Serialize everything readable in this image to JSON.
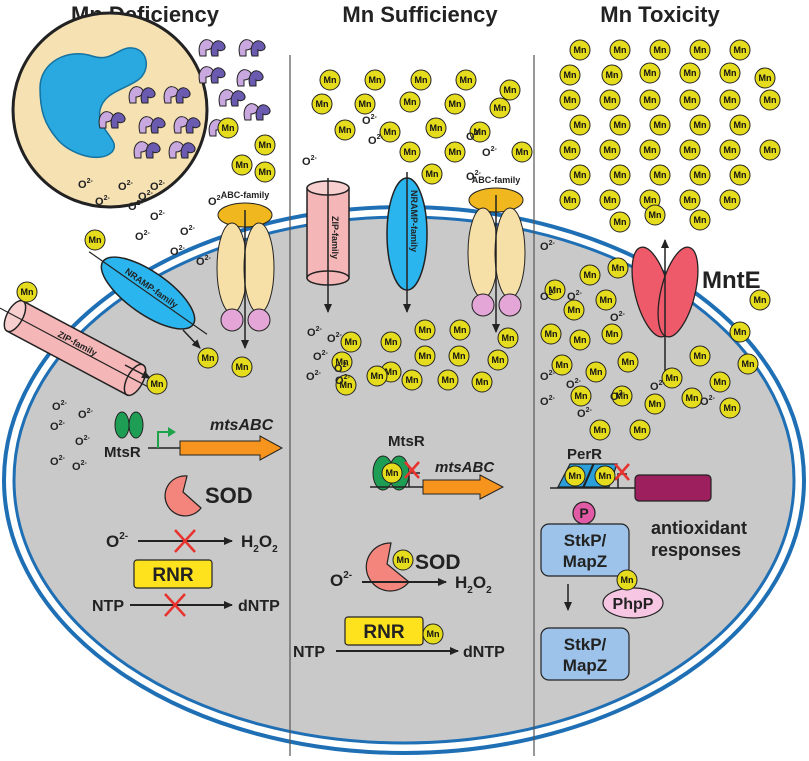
{
  "panels": {
    "deficiency": "Mn Deficiency",
    "sufficiency": "Mn Sufficiency",
    "toxicity": "Mn Toxicity"
  },
  "ion": {
    "mn": "Mn",
    "superoxide_base": "O",
    "superoxide_sup": "2-"
  },
  "transporters": {
    "zip": "ZIP-family",
    "nramp": "NRAMP-family",
    "abc": "ABC-family",
    "mnte": "MntE"
  },
  "regulators": {
    "mtsr": "MtsR",
    "mtsabc": "mtsABC",
    "perr": "PerR"
  },
  "enzymes": {
    "sod": "SOD",
    "rnr": "RNR",
    "h2o2_base": "H",
    "h2o2_sub": "2",
    "h2o2_o": "O",
    "ntp": "NTP",
    "dntp": "dNTP"
  },
  "signaling": {
    "p": "P",
    "stkp_line1": "StkP/",
    "stkp_line2": "MapZ",
    "phpp": "PhpP",
    "antioxidant_line1": "antioxidant",
    "antioxidant_line2": "responses"
  },
  "colors": {
    "cytoplasm": "#c9c9c9",
    "membrane": "#1f6fb5",
    "mn_fill": "#e6dc1e",
    "macrophage": "#f6e1b3",
    "pathogen": "#2aa8e0",
    "zip_fill": "#f4b6b6",
    "nramp_fill": "#2bb5ee",
    "abc_fill": "#f7e0a8",
    "abc_cap": "#f0b81e",
    "abc_foot": "#e4a6d6",
    "mnte_fill": "#ef5a6a",
    "mtsr_fill": "#1e9e54",
    "sod_fill": "#f4857c",
    "rnr_fill": "#ffe21e",
    "operon_fill": "#f7941d",
    "antioxidant_fill": "#9e1f5e",
    "kinase_fill": "#9dc3ea",
    "phosphatase_fill": "#f7c6e3",
    "p_fill": "#e05aa6",
    "perr_fill": "#2b9fda",
    "inhibit_x": "#e8322e",
    "promoter_arrow": "#1ea34a"
  }
}
